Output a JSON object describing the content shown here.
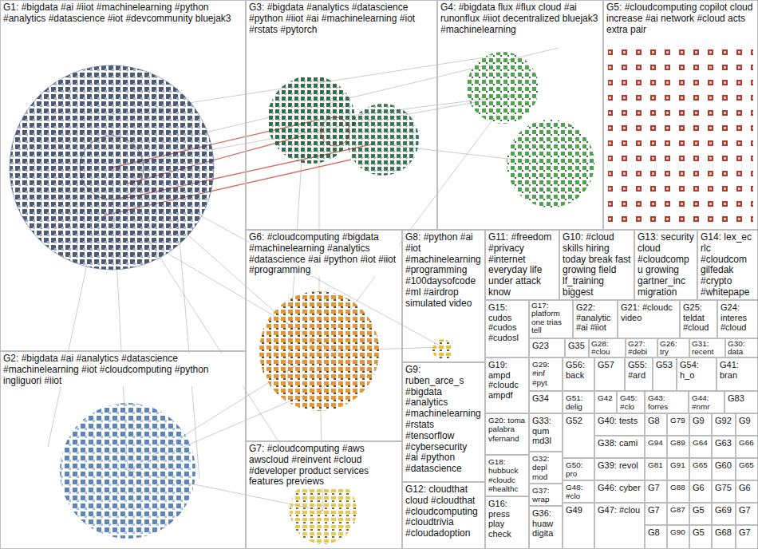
{
  "diagram": {
    "nodes": [
      {
        "text": [
          "G1: #bigdata #ai #iiot #machinelearning #python #analytics #datascience #iot #devcommunity bluejak3"
        ]
      },
      {
        "text": [
          "G3: #bigdata #analytics #datascience #python #iiot #ai #machinelearning #iot #rstats #pytorch"
        ]
      },
      {
        "text": [
          "G4: #bigdata flux #flux cloud #ai runonflux #iiot decentralized bluejak3 #machinelearning"
        ]
      },
      {
        "text": [
          "G5: #cloudcomputing copilot cloud increase #ai network #cloud acts extra pair"
        ]
      },
      {
        "text": [
          "G2: #bigdata #ai #analytics #datascience #machinelearning #iot #cloudcomputing #python ingliguori #iiot"
        ]
      },
      {
        "text": [
          "G6: #cloudcomputing #bigdata #machinelearning #analytics #datascience #ai #python #iot #iiot #programming"
        ]
      },
      {
        "text": [
          "G8: #python #ai #iot #machinelearning #programming #100daysofcode #ml #airdrop simulated video"
        ]
      },
      {
        "text": [
          "G11: #freedom #privacy #internet everyday life under attack know"
        ]
      },
      {
        "text": [
          "G10: #cloud skills hiring today break fast growing field lf_training biggest"
        ]
      },
      {
        "text": [
          "G13: security cloud #cloudcompu growing gartner_inc migration"
        ]
      },
      {
        "text": [
          "G14: lex_ec rlc #cloudcom gilfedak #crypto #whitepape"
        ]
      },
      {
        "text": [
          "G15: cudos #cudos #cudosl"
        ]
      },
      {
        "text": [
          "G17: platform one trias tell"
        ]
      },
      {
        "text": [
          "G22: #analytic #ai #iiot"
        ]
      },
      {
        "text": [
          "G21: #cloudc video"
        ]
      },
      {
        "text": [
          "G25: teldat #cloud"
        ]
      },
      {
        "text": [
          "G24: interes #cloud"
        ]
      },
      {
        "text": [
          "G23"
        ]
      },
      {
        "text": [
          "G35"
        ]
      },
      {
        "text": [
          "G28: #clou"
        ]
      },
      {
        "text": [
          "G27: #debi"
        ]
      },
      {
        "text": [
          "G26: try"
        ]
      },
      {
        "text": [
          "G31: recent"
        ]
      },
      {
        "text": [
          "G30: data"
        ]
      },
      {
        "text": [
          "G19: ampd #cloudc ampdf"
        ]
      },
      {
        "text": [
          "G29: #inf #pyt"
        ]
      },
      {
        "text": [
          "G56: back"
        ]
      },
      {
        "text": [
          "G57"
        ]
      },
      {
        "text": [
          "G55: #ard"
        ]
      },
      {
        "text": [
          "G53"
        ]
      },
      {
        "text": [
          "G54: h_o"
        ]
      },
      {
        "text": [
          "G41: bran"
        ]
      },
      {
        "text": [
          "G34"
        ]
      },
      {
        "text": [
          "G51: delig"
        ]
      },
      {
        "text": [
          "G42"
        ]
      },
      {
        "text": [
          "G45: #clo"
        ]
      },
      {
        "text": [
          "G43: forres"
        ]
      },
      {
        "text": [
          "G44: #nmr"
        ]
      },
      {
        "text": [
          "G83"
        ]
      },
      {
        "text": [
          "G20: toma palabra vfernand"
        ]
      },
      {
        "text": [
          "G33: qum md3l"
        ]
      },
      {
        "text": [
          "G52"
        ]
      },
      {
        "text": [
          "G40: tests"
        ]
      },
      {
        "text": [
          "G8"
        ]
      },
      {
        "text": [
          "G79"
        ]
      },
      {
        "text": [
          "G9"
        ]
      },
      {
        "text": [
          "G92"
        ]
      },
      {
        "text": [
          "G9"
        ]
      },
      {
        "text": [
          "G38: cami"
        ]
      },
      {
        "text": [
          "G94"
        ]
      },
      {
        "text": [
          "G89"
        ]
      },
      {
        "text": [
          "G64"
        ]
      },
      {
        "text": [
          "G63"
        ]
      },
      {
        "text": [
          "G66"
        ]
      },
      {
        "text": [
          "G18: hubbuck #cloudc #healthc"
        ]
      },
      {
        "text": [
          "G32: depl mod"
        ]
      },
      {
        "text": [
          "G50: pro"
        ]
      },
      {
        "text": [
          "G39: revol"
        ]
      },
      {
        "text": [
          "G81"
        ]
      },
      {
        "text": [
          "G91"
        ]
      },
      {
        "text": [
          "G65"
        ]
      },
      {
        "text": [
          "G60"
        ]
      },
      {
        "text": [
          "G65"
        ]
      },
      {
        "text": [
          "G37: wrap"
        ]
      },
      {
        "text": [
          "G48: #clo"
        ]
      },
      {
        "text": [
          "G46: cyber"
        ]
      },
      {
        "text": [
          "G7"
        ]
      },
      {
        "text": [
          "G88"
        ]
      },
      {
        "text": [
          "G6"
        ]
      },
      {
        "text": [
          "G75"
        ]
      },
      {
        "text": [
          "G6"
        ]
      },
      {
        "text": [
          "G16: press play check"
        ]
      },
      {
        "text": [
          "G36: huaw digita"
        ]
      },
      {
        "text": [
          "G49"
        ]
      },
      {
        "text": [
          "G47: #clou"
        ]
      },
      {
        "text": [
          "G7"
        ]
      },
      {
        "text": [
          "G87"
        ]
      },
      {
        "text": [
          "G5"
        ]
      },
      {
        "text": [
          "G69"
        ]
      },
      {
        "text": [
          "G7"
        ]
      },
      {
        "text": [
          "G8"
        ]
      },
      {
        "text": [
          "G90"
        ]
      },
      {
        "text": [
          "G5"
        ]
      },
      {
        "text": [
          "G68"
        ]
      },
      {
        "text": [
          "G7"
        ]
      },
      {
        "text": [
          "G9: ruben_arce_s #bigdata #analytics #machinelearning #rstats #tensorflow #cybersecurity #ai #python #datascience"
        ]
      },
      {
        "text": [
          "G7: #cloudcomputing #aws awscloud #reinvent #cloud #developer product services features previews"
        ]
      },
      {
        "text": [
          "G12: cloudthat cloud #cloudthat #cloudcomputing #cloudtrivia #cloudadoption"
        ]
      }
    ]
  }
}
